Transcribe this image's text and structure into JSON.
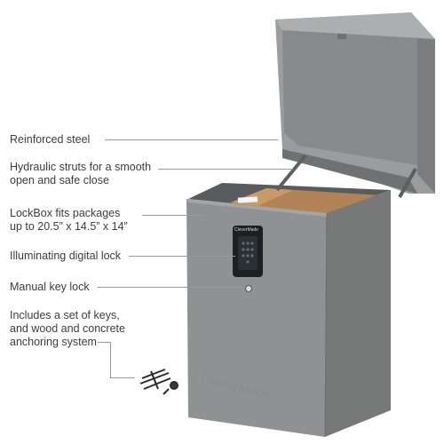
{
  "callouts": {
    "reinforced_steel": "Reinforced steel",
    "hydraulic_line1": "Hydraulic struts for a smooth",
    "hydraulic_line2": "open and safe close",
    "lockbox_line1": "LockBox fits packages",
    "lockbox_line2": "up to 20.5” x 14.5” x 14”",
    "digital_lock": "Illuminating digital lock",
    "manual_lock": "Manual key lock",
    "includes_line1": "Includes a set of keys,",
    "includes_line2": "and wood and concrete",
    "includes_line3": "anchoring system"
  },
  "product": {
    "brand": "CleverMade",
    "keypad_brand": "CleverMade"
  },
  "icons": [
    "key-icon",
    "anchor-screw-icon"
  ],
  "colors": {
    "body": "#8f9091",
    "body_dark": "#77797a",
    "lid_inner": "#8b8c8d",
    "package": "#b08456",
    "keypad": "#1d1f22"
  }
}
